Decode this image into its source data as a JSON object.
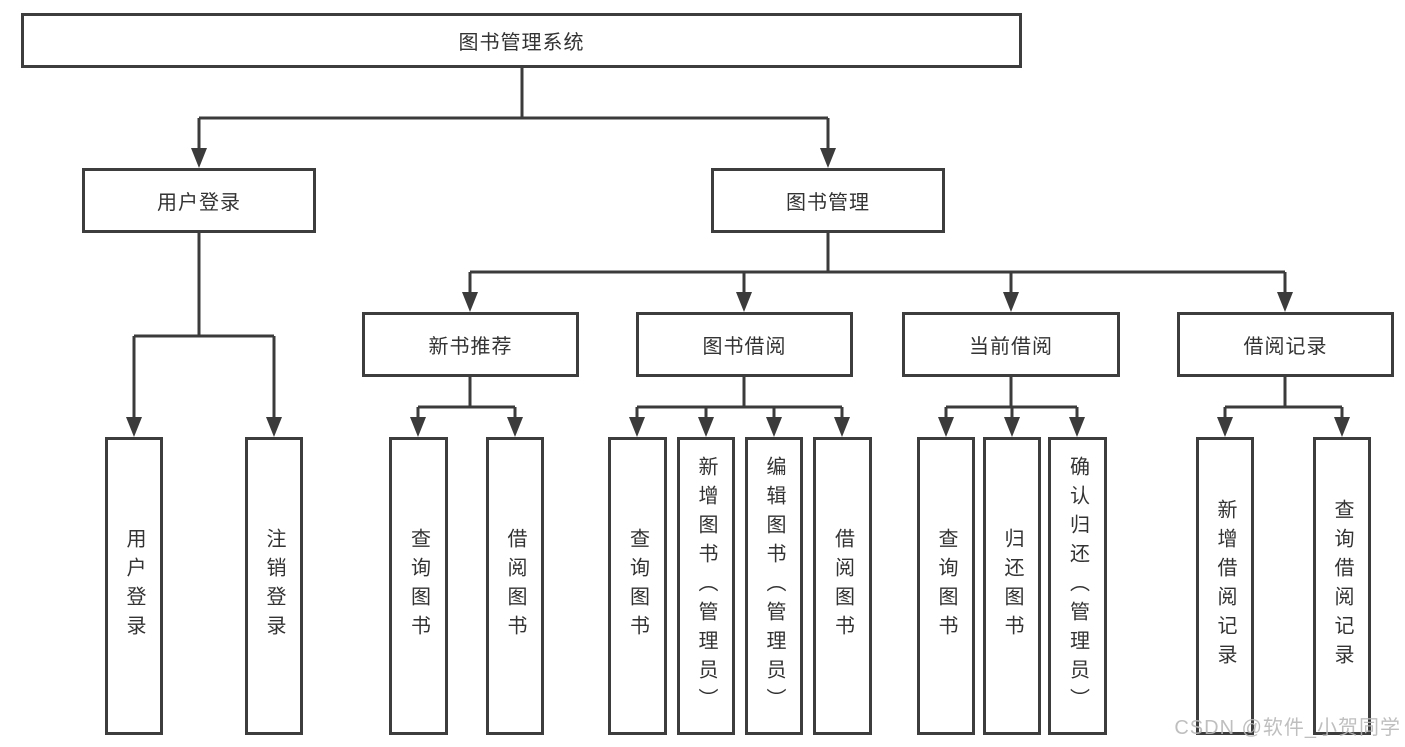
{
  "colors": {
    "background": "#ffffff",
    "line": "#3b3b3b",
    "box_border": "#3d3d3d",
    "text": "#333333",
    "watermark_text": "#b9b9b9"
  },
  "nodes": {
    "root": {
      "label": "图书管理系统"
    },
    "user_login": {
      "label": "用户登录"
    },
    "book_management": {
      "label": "图书管理"
    },
    "new_book_recommend": {
      "label": "新书推荐"
    },
    "book_borrow": {
      "label": "图书借阅"
    },
    "current_borrow": {
      "label": "当前借阅"
    },
    "borrow_record": {
      "label": "借阅记录"
    },
    "user_login_leaf": {
      "label": "用户登录"
    },
    "logout_leaf": {
      "label": "注销登录"
    },
    "nb_query_books": {
      "label": "查询图书"
    },
    "nb_borrow_books": {
      "label": "借阅图书"
    },
    "bb_query_books": {
      "label": "查询图书"
    },
    "bb_add_books": {
      "label": "新增图书（管理员）"
    },
    "bb_edit_books": {
      "label": "编辑图书（管理员）"
    },
    "bb_borrow_books": {
      "label": "借阅图书"
    },
    "cb_query_books": {
      "label": "查询图书"
    },
    "cb_return_books": {
      "label": "归还图书"
    },
    "cb_confirm_return": {
      "label": "确认归还（管理员）"
    },
    "br_add_record": {
      "label": "新增借阅记录"
    },
    "br_query_record": {
      "label": "查询借阅记录"
    }
  },
  "hierarchy": {
    "图书管理系统": {
      "用户登录": [
        "用户登录",
        "注销登录"
      ],
      "图书管理": {
        "新书推荐": [
          "查询图书",
          "借阅图书"
        ],
        "图书借阅": [
          "查询图书",
          "新增图书（管理员）",
          "编辑图书（管理员）",
          "借阅图书"
        ],
        "当前借阅": [
          "查询图书",
          "归还图书",
          "确认归还（管理员）"
        ],
        "借阅记录": [
          "新增借阅记录",
          "查询借阅记录"
        ]
      }
    }
  },
  "watermark": {
    "text": "CSDN @软件_小贺同学"
  }
}
